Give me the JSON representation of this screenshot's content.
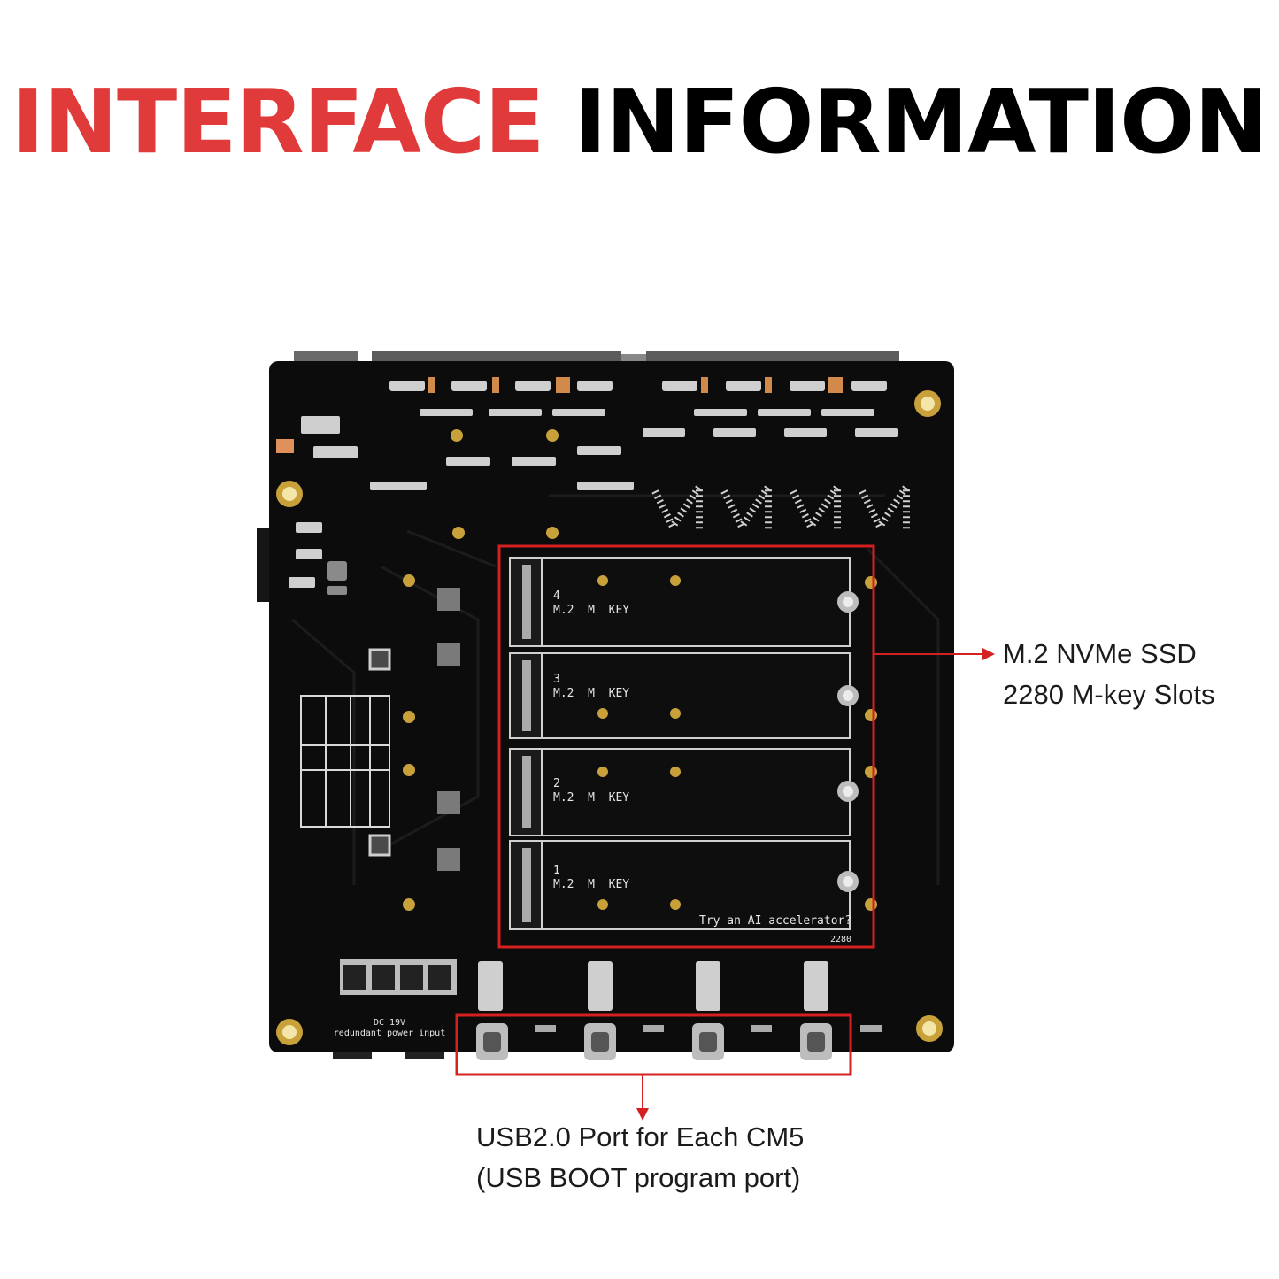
{
  "title": {
    "part1": "INTERFACE",
    "part2": "INFORMATION"
  },
  "callouts": {
    "m2": {
      "line1": "M.2 NVMe SSD",
      "line2": "2280 M-key Slots"
    },
    "usb": {
      "line1": "USB2.0 Port for Each CM5",
      "line2": "(USB BOOT program port)"
    }
  },
  "slots": [
    {
      "num": "4",
      "label": "M.2  M  KEY"
    },
    {
      "num": "3",
      "label": "M.2  M  KEY"
    },
    {
      "num": "2",
      "label": "M.2  M  KEY"
    },
    {
      "num": "1",
      "label": "M.2  M  KEY"
    }
  ],
  "board_text": {
    "accelerator": "Try an AI accelerator?",
    "size_2280": "2280",
    "dc_label_1": "DC 19V",
    "dc_label_2": "redundant power input"
  },
  "colors": {
    "accent_red": "#e03a3a",
    "callout_red": "#d42020",
    "board": "#0c0c0c",
    "silk": "#d9d9d9",
    "gold": "#c9a13a"
  }
}
